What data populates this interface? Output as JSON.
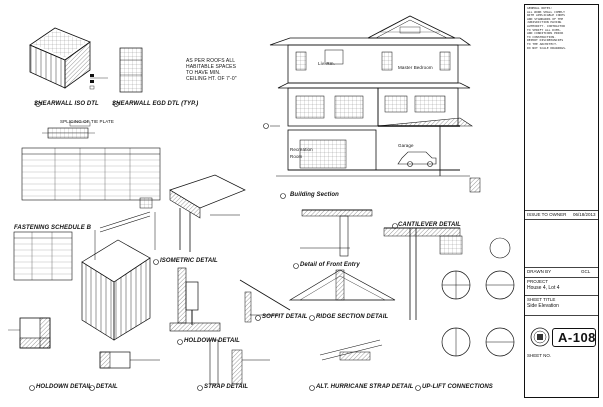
{
  "sheet": {
    "number": "A-108",
    "titleblock": {
      "notes_lines": 14,
      "issue_label": "ISSUE TO OWNER",
      "issue_date": "06/18/2013",
      "drawn_by_label": "DRAWN BY",
      "drawn_by_value": "GCL",
      "project_label": "PROJECT",
      "project_value": "House 4, Lot 4",
      "sheet_title_label": "SHEET TITLE",
      "sheet_title_value": "Side Elevation",
      "sheet_label": "SHEET NO."
    }
  },
  "details": {
    "shearwall_iso": "SHEARWALL ISO DTL",
    "shearwall_egd": "SHEARWALL EGD DTL (TYP.)",
    "splicing": "SPLICING OF TIE PLATE",
    "fastening": "FASTENING SCHEDULE B",
    "ceiling_note": "AS PER ROOFS ALL HABITABLE SPACES TO HAVE MIN. CEILING HT. OF 7'-0\"",
    "building_section": "Building Section",
    "front_entry": "Detail of Front Entry",
    "isometric": "ISOMETRIC DETAIL",
    "holdown": "HOLDOWN DETAIL",
    "soffit": "SOFFIT DETAIL",
    "ridge": "RIDGE SECTION DETAIL",
    "cantilever": "CANTILEVER DETAIL",
    "holdown2": "HOLDOWN DETAIL",
    "detail": "DETAIL",
    "strap": "STRAP DETAIL",
    "alt_hurricane": "ALT. HURRICANE STRAP DETAIL",
    "uplift": "UP-LIFT CONNECTIONS",
    "living_rm": "Liv. Rm.",
    "master_bedroom": "Master Bedroom",
    "recreation_room": "Recreation Room",
    "garage": "Garage"
  }
}
